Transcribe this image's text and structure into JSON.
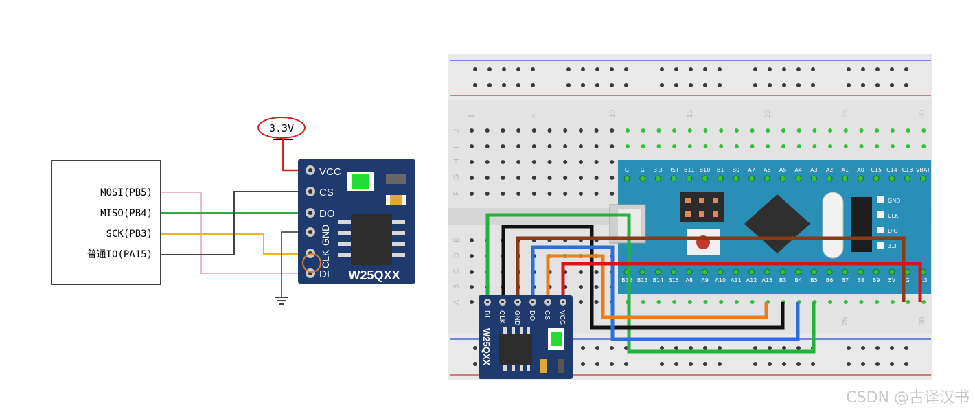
{
  "schematic": {
    "mcu_pins": [
      "MOSI(PB5)",
      "MISO(PB4)",
      "SCK(PB3)",
      "普通IO(PA15)"
    ],
    "power_label": "3.3V",
    "module_pins": [
      "VCC",
      "CS",
      "DO",
      "GND",
      "CLK",
      "DI"
    ],
    "module_name": "W25QXX"
  },
  "breadboard": {
    "column_numbers": [
      "1",
      "5",
      "10",
      "15",
      "20",
      "25",
      "30"
    ],
    "row_letters_top": [
      "J",
      "I",
      "H",
      "G",
      "F"
    ],
    "row_letters_bottom": [
      "E",
      "D",
      "C",
      "B",
      "A"
    ],
    "stm32_top_pins": [
      "G",
      "G",
      "3.3",
      "RST",
      "B11",
      "B10",
      "B1",
      "B0",
      "A7",
      "A6",
      "A5",
      "A4",
      "A3",
      "A2",
      "A1",
      "A0",
      "C15",
      "C14",
      "C13",
      "VBAT"
    ],
    "stm32_bottom_pins": [
      "B12",
      "B13",
      "B14",
      "B15",
      "A8",
      "A9",
      "A10",
      "A11",
      "A12",
      "A15",
      "B3",
      "B4",
      "B5",
      "B6",
      "B7",
      "B8",
      "B9",
      "5V",
      "G",
      "3.3"
    ],
    "stm32_swd_pins": [
      "GND",
      "CLK",
      "DIO",
      "3.3"
    ],
    "module_pins": [
      "DI",
      "CLK",
      "GND",
      "DO",
      "CS",
      "VCC"
    ],
    "module_name": "W25QXX"
  },
  "watermark": "CSDN @古译汉书"
}
